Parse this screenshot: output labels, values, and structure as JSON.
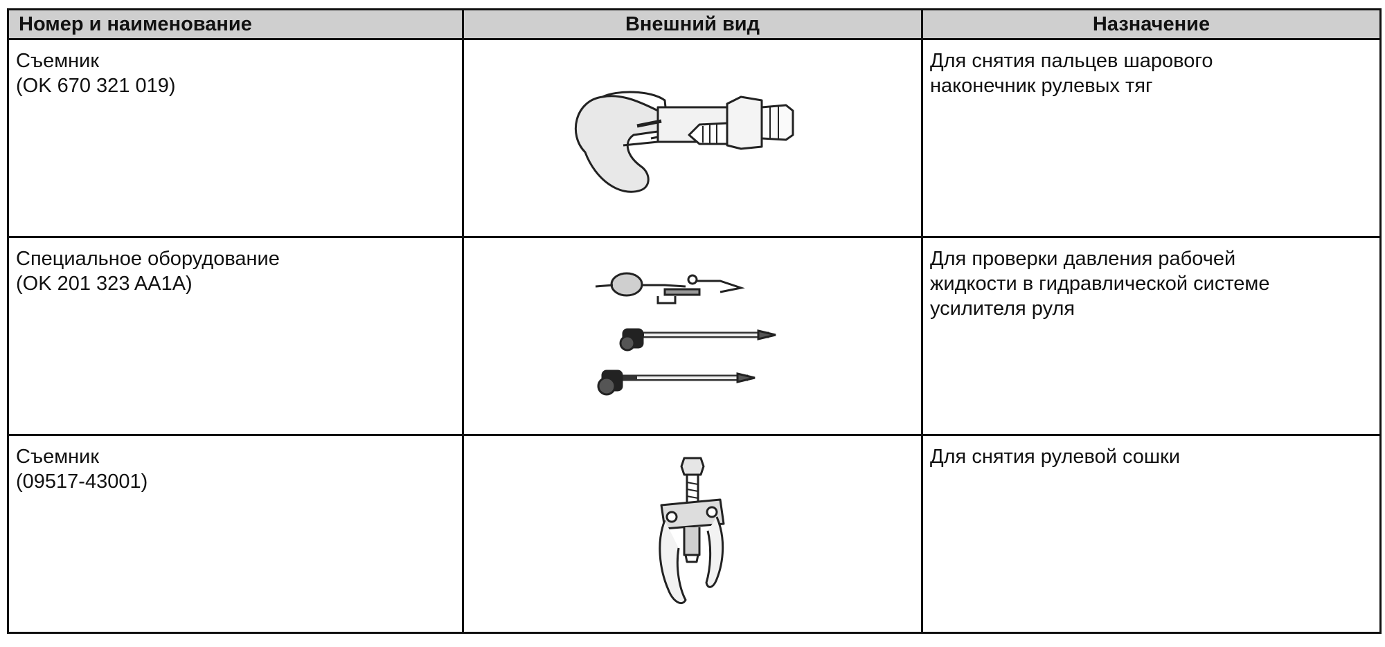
{
  "headers": {
    "name": "Номер и наименование",
    "appearance": "Внешний вид",
    "purpose": "Назначение"
  },
  "rows": [
    {
      "name": "Съемник",
      "code": "(OK 670 321 019)",
      "purpose_lines": [
        "Для снятия пальцев шарового",
        "наконечник рулевых тяг"
      ],
      "illustration": "ball-joint-puller-icon"
    },
    {
      "name": "Специальное оборудование",
      "code": "(OK 201 323 AA1A)",
      "purpose_lines": [
        "Для проверки давления рабочей",
        "жидкости в гидравлической системе",
        "усилителя руля"
      ],
      "illustration": "pressure-gauge-kit-icon"
    },
    {
      "name": "Съемник",
      "code": "(09517-43001)",
      "purpose_lines": [
        "Для снятия рулевой сошки"
      ],
      "illustration": "pitman-arm-puller-icon"
    }
  ]
}
